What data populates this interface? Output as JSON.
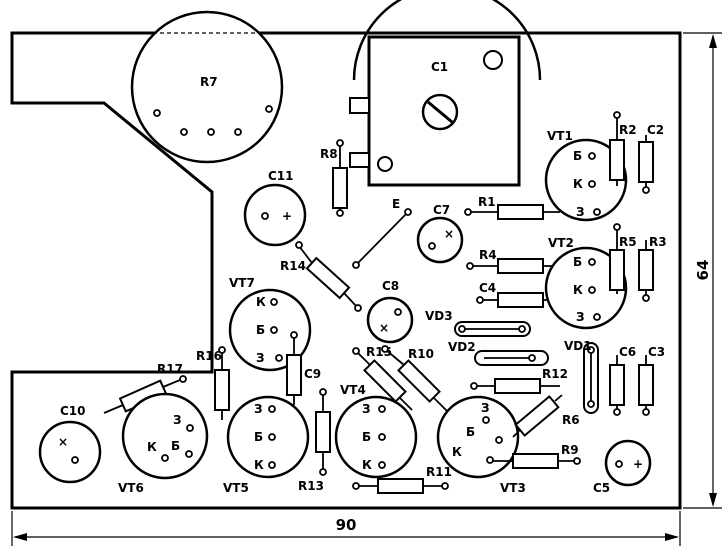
{
  "dimensions": {
    "width": "90",
    "height": "64"
  },
  "components": {
    "r7": "R7",
    "c1": "C1",
    "r8": "R8",
    "c11": "C11",
    "e": "E",
    "c7": "C7",
    "r1": "R1",
    "r2": "R2",
    "c2": "C2",
    "vt1": "VT1",
    "r14": "R14",
    "r4": "R4",
    "c4": "C4",
    "r5": "R5",
    "r3": "R3",
    "vt2": "VT2",
    "vt7": "VT7",
    "c8": "C8",
    "vd3": "VD3",
    "r16": "R16",
    "r15": "R15",
    "r10": "R10",
    "vd2": "VD2",
    "vd1": "VD1",
    "c6": "C6",
    "c3": "C3",
    "c9": "C9",
    "r17": "R17",
    "vt4": "VT4",
    "r12": "R12",
    "r6": "R6",
    "c10": "C10",
    "r9": "R9",
    "r11": "R11",
    "r13": "R13",
    "vt6": "VT6",
    "vt5": "VT5",
    "vt3": "VT3",
    "c5": "C5"
  },
  "pins": {
    "base": "Б",
    "collector": "К",
    "emitter": "З"
  },
  "symbols": {
    "plus": "+",
    "minus": "×"
  }
}
